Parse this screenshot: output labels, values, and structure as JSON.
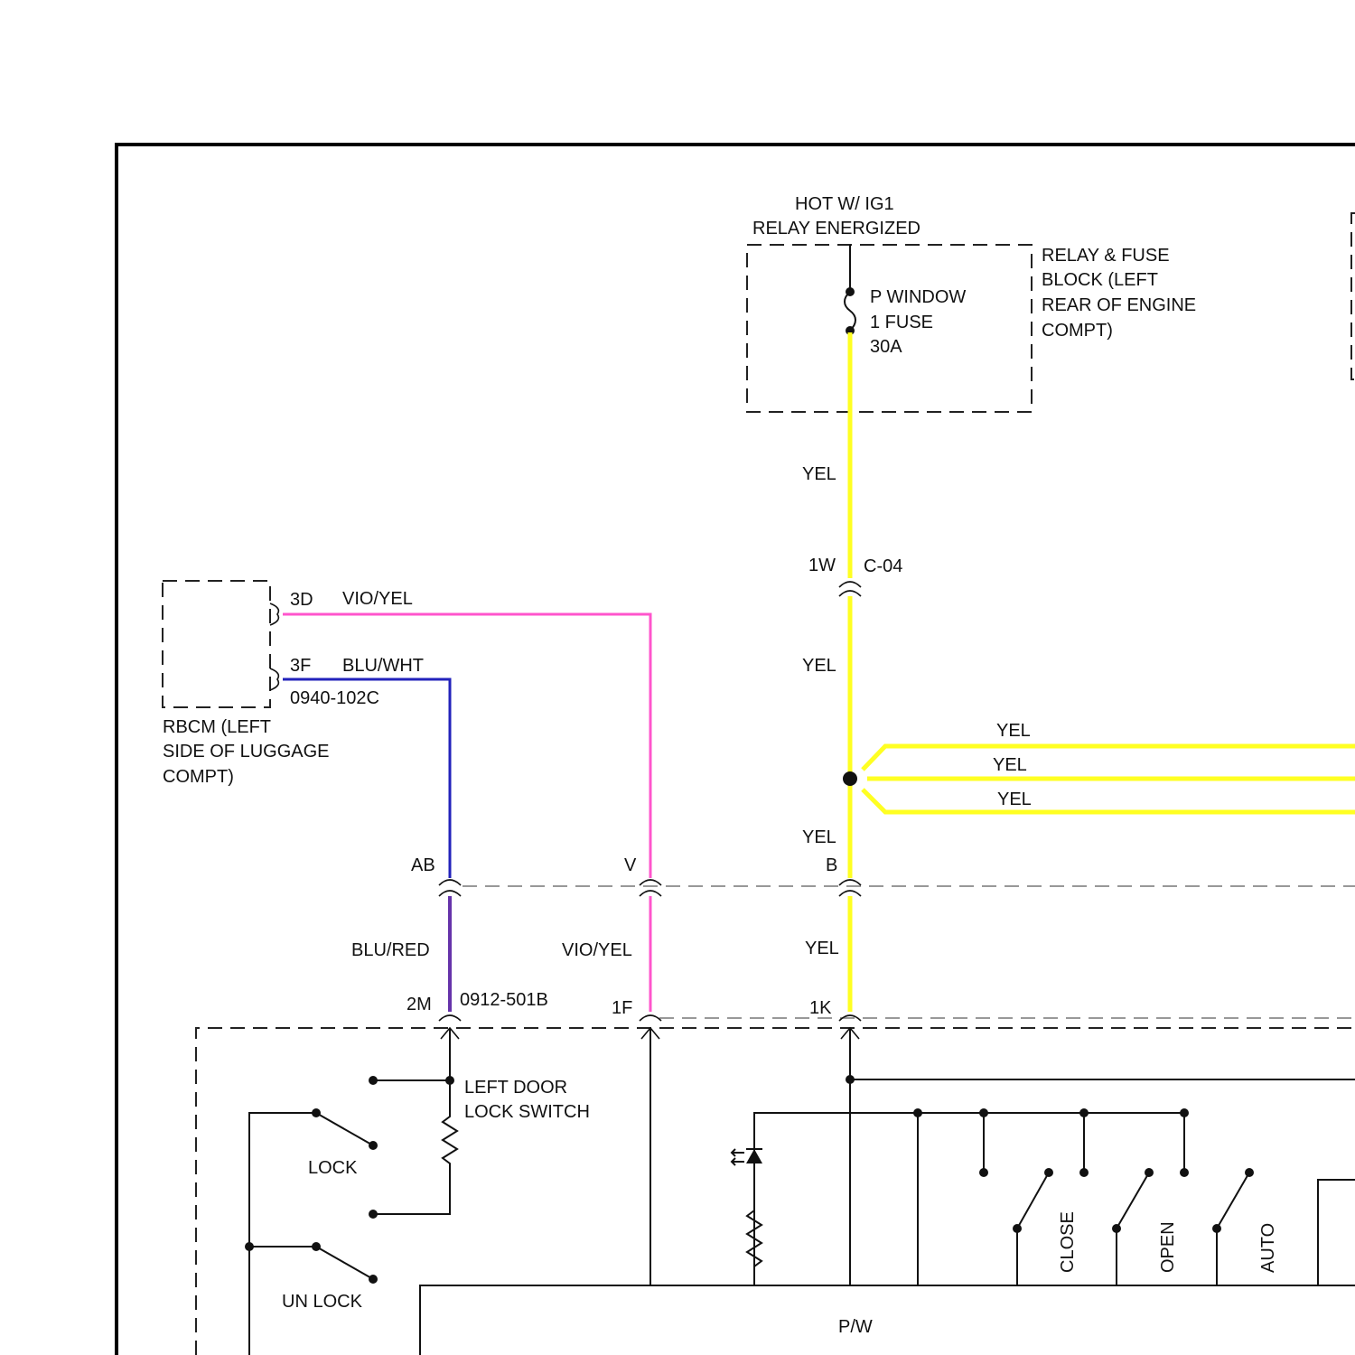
{
  "colors": {
    "yellow": "#ffff22",
    "violet_yellow": "#ff55cc",
    "blue_white": "#2222bb",
    "blue_red": "#6633aa",
    "line": "#111111"
  },
  "fuse_block": {
    "hot_label": "HOT W/ IG1",
    "relay_label": "RELAY ENERGIZED",
    "fuse_line1": "P WINDOW",
    "fuse_line2": "1 FUSE",
    "fuse_line3": "30A",
    "location_line1": "RELAY & FUSE",
    "location_line2": "BLOCK (LEFT",
    "location_line3": "REAR OF ENGINE",
    "location_line4": "COMPT)"
  },
  "rbcm": {
    "pin_3d": "3D",
    "pin_3f": "3F",
    "connector": "0940-102C",
    "label_line1": "RBCM (LEFT",
    "label_line2": "SIDE OF LUGGAGE",
    "label_line3": "COMPT)"
  },
  "wires": {
    "yel_1": "YEL",
    "yel_2": "YEL",
    "yel_branch_1": "YEL",
    "yel_branch_2": "YEL",
    "yel_branch_3": "YEL",
    "yel_3": "YEL",
    "yel_4": "YEL",
    "vio_yel_top": "VIO/YEL",
    "blu_wht": "BLU/WHT",
    "blu_red": "BLU/RED",
    "vio_yel_bottom": "VIO/YEL"
  },
  "connectors": {
    "pin_1w": "1W",
    "c04": "C-04",
    "pin_ab": "AB",
    "pin_v": "V",
    "pin_b": "B",
    "pin_2m": "2M",
    "conn_0912": "0912-501B",
    "pin_1f": "1F",
    "pin_1k": "1K"
  },
  "switch_module": {
    "door_switch_line1": "LEFT DOOR",
    "door_switch_line2": "LOCK SWITCH",
    "lock": "LOCK",
    "unlock": "UN LOCK",
    "close": "CLOSE",
    "open": "OPEN",
    "auto": "AUTO",
    "pw": "P/W"
  }
}
